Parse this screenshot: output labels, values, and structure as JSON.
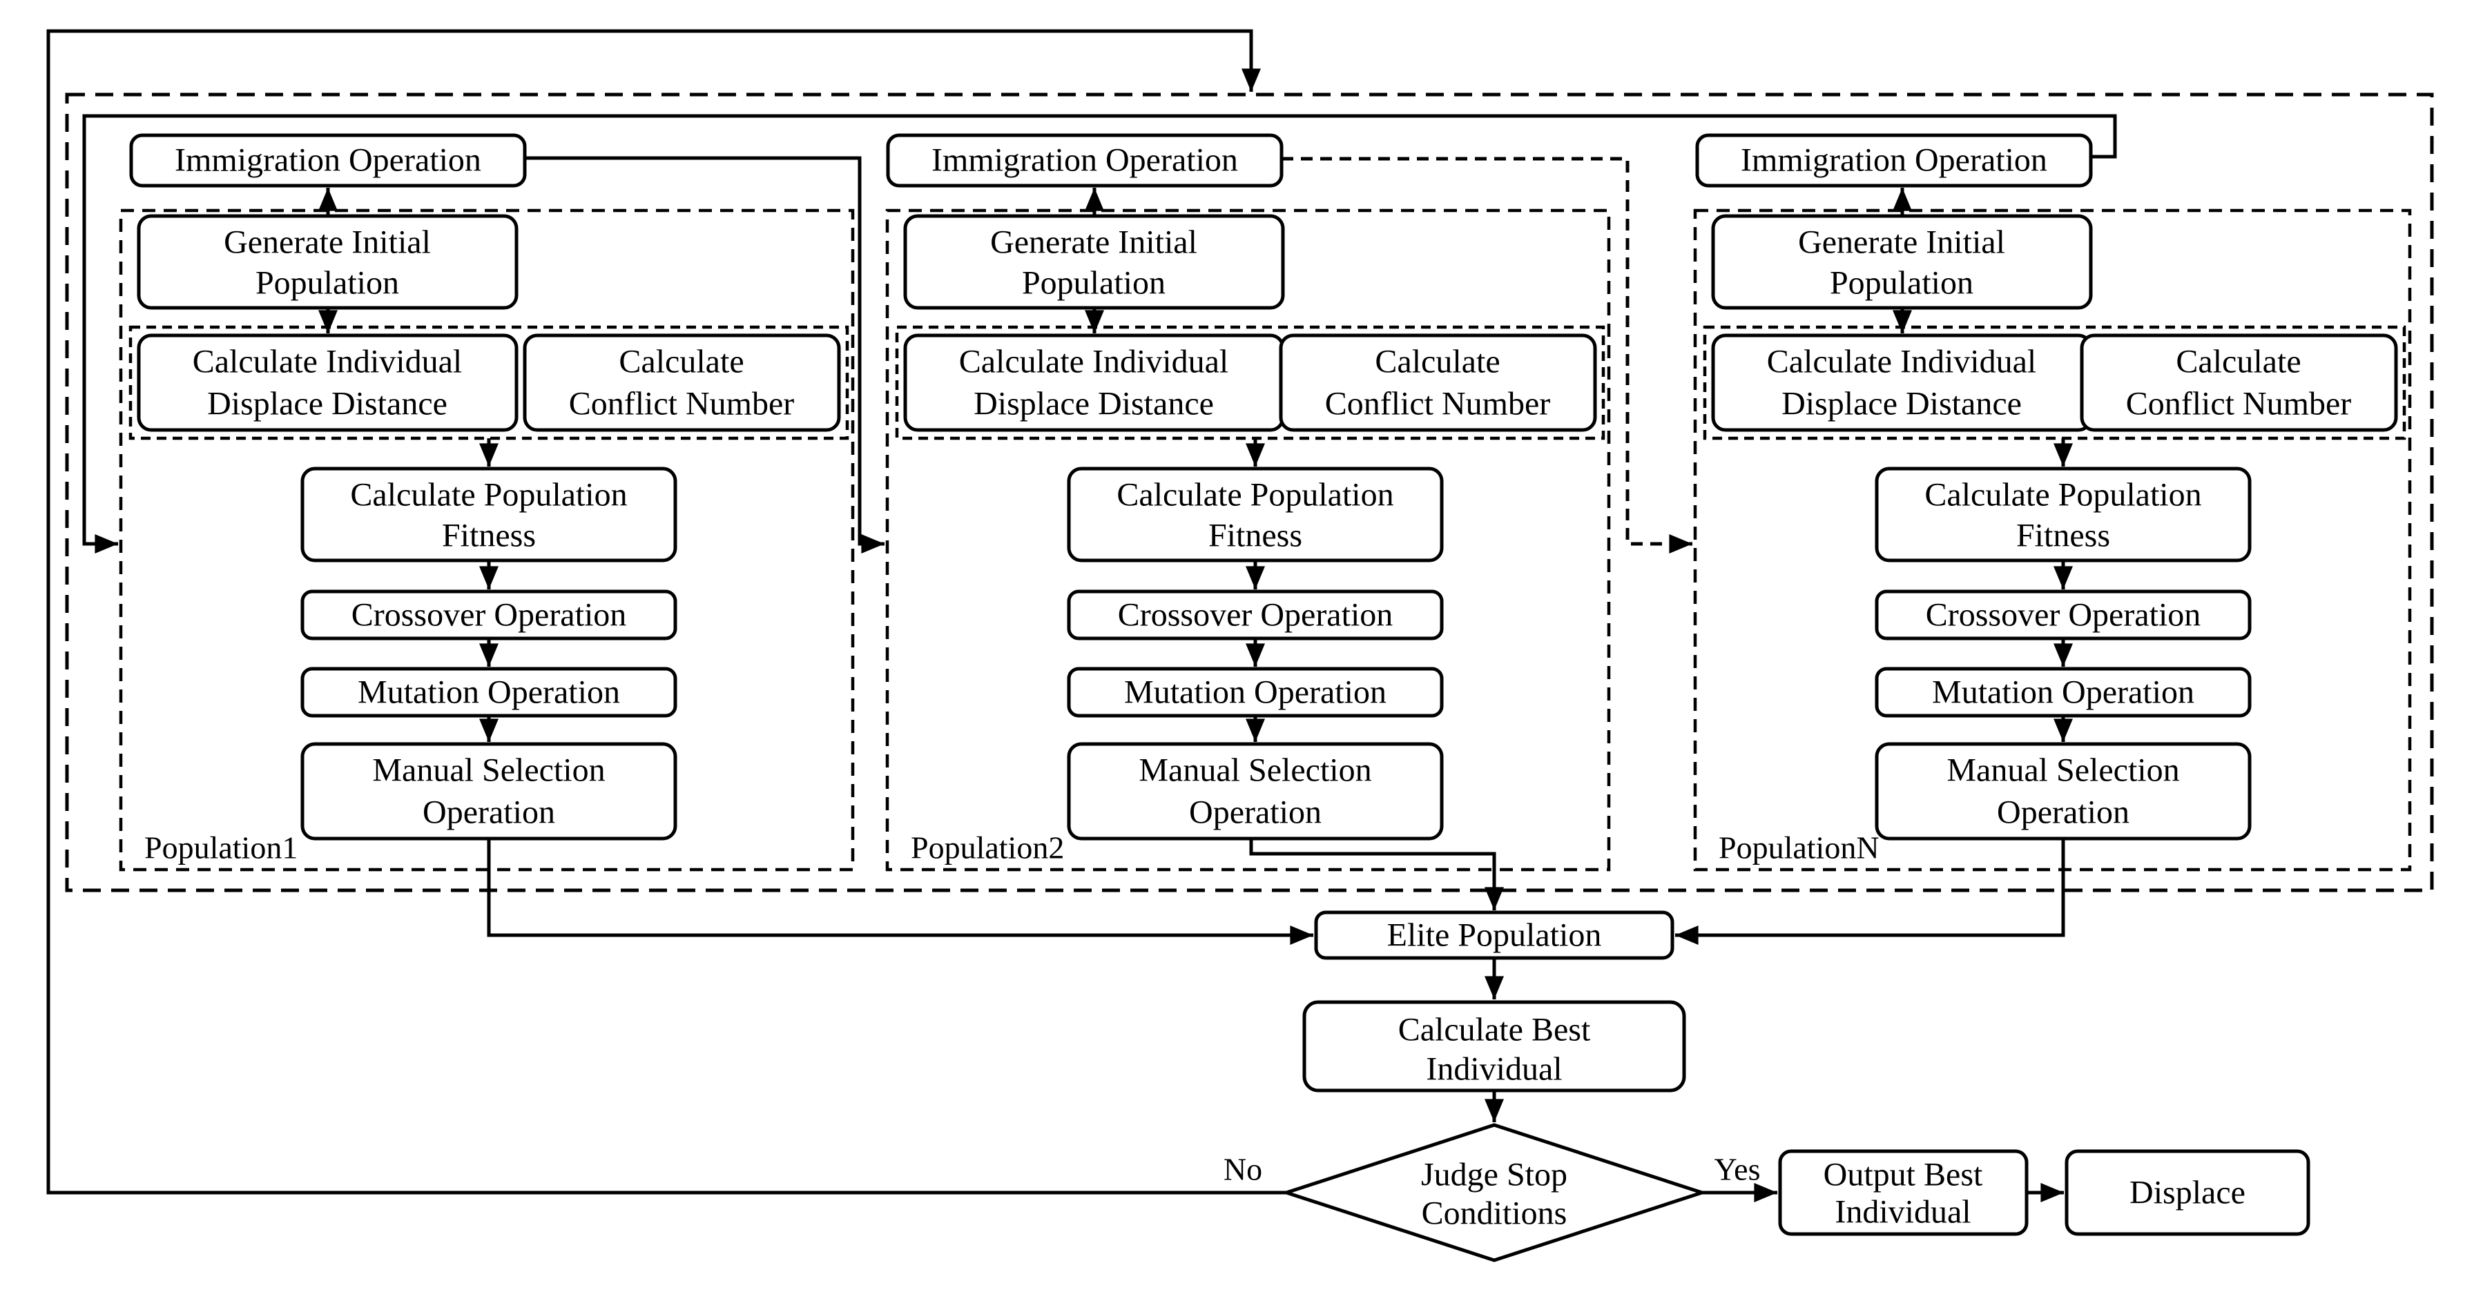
{
  "colors": {
    "stroke": "#000000",
    "background": "#ffffff"
  },
  "populations": [
    {
      "label": "Population1"
    },
    {
      "label": "Population2"
    },
    {
      "label": "PopulationN"
    }
  ],
  "column_boxes": {
    "immigration": "Immigration Operation",
    "generate": [
      "Generate Initial",
      "Population"
    ],
    "displace_distance": [
      "Calculate Individual",
      "Displace Distance"
    ],
    "conflict_number": [
      "Calculate",
      "Conflict Number"
    ],
    "fitness": [
      "Calculate Population",
      "Fitness"
    ],
    "crossover": "Crossover  Operation",
    "mutation": "Mutation  Operation",
    "manual_selection": [
      "Manual Selection",
      "Operation"
    ]
  },
  "bottom": {
    "elite": "Elite Population",
    "calculate_best": [
      "Calculate Best",
      "Individual"
    ],
    "judge_stop": [
      "Judge Stop",
      "Conditions"
    ],
    "output_best": [
      "Output Best",
      "Individual"
    ],
    "displace": "Displace",
    "yes_label": "Yes",
    "no_label": "No"
  }
}
